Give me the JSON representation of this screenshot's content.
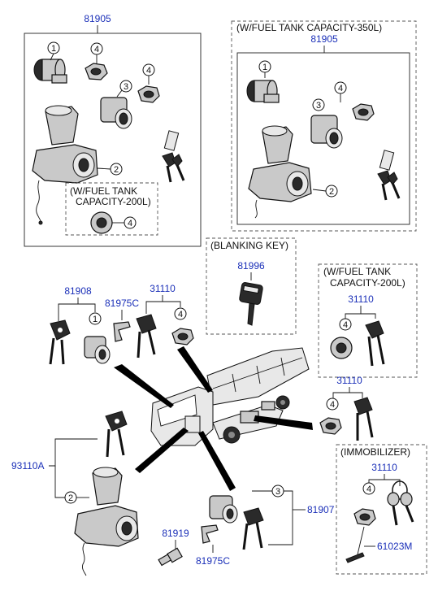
{
  "colors": {
    "part_number": "#1a2fb8",
    "text": "#111111",
    "line": "#111111"
  },
  "labels": {
    "p81905_left": "81905",
    "p81905_right": "81905",
    "fuel350_line1": "(W/FUEL TANK CAPACITY-350L)",
    "fuel200_left_line1": "(W/FUEL TANK",
    "fuel200_left_line2": "CAPACITY-200L)",
    "blanking_key": "(BLANKING KEY)",
    "p81996": "81996",
    "fuel200_right_line1": "(W/FUEL TANK",
    "fuel200_right_line2": "CAPACITY-200L)",
    "p31110_right_box": "31110",
    "p81908": "81908",
    "p81975C_top": "81975C",
    "p31110_top": "31110",
    "p31110_mid": "31110",
    "p93110A": "93110A",
    "p81919": "81919",
    "p81975C_bottom": "81975C",
    "p81907": "81907",
    "immobilizer": "(IMMOBILIZER)",
    "p31110_immo": "31110",
    "p61023M": "61023M"
  },
  "callouts": {
    "c1": "1",
    "c2": "2",
    "c3": "3",
    "c4": "4"
  }
}
